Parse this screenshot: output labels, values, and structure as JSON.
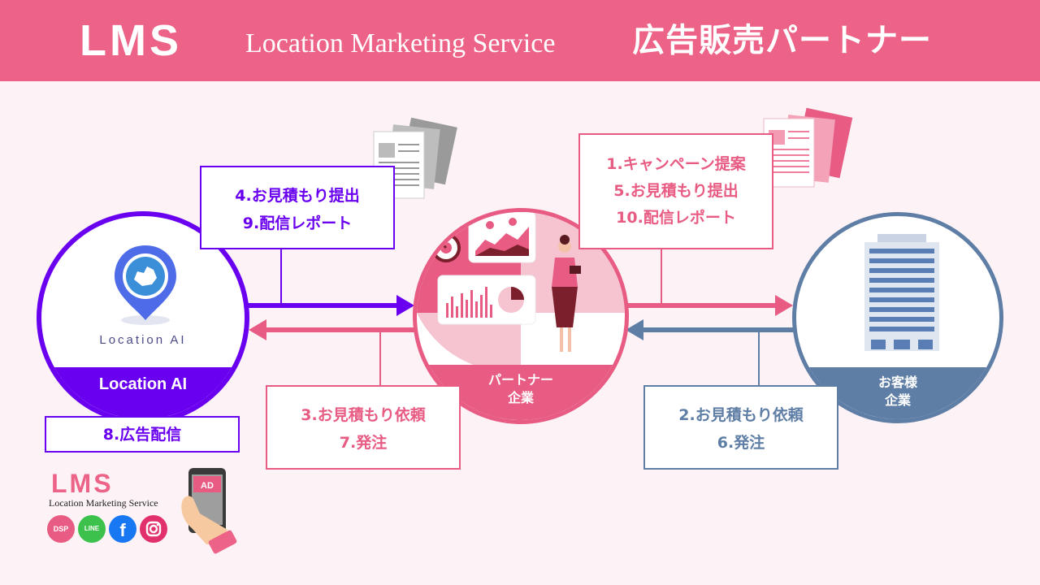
{
  "header": {
    "logo": "LMS",
    "logo_sub": "Location Marketing Service",
    "title": "広告販売パートナー"
  },
  "nodes": {
    "location_ai": {
      "logo_text": "Location AI",
      "label": "Location AI"
    },
    "partner": {
      "label_line1": "パートナー",
      "label_line2": "企業"
    },
    "client": {
      "label_line1": "お客様",
      "label_line2": "企業"
    }
  },
  "boxes": {
    "partner_to_lai": [
      "4.お見積もり提出",
      "9.配信レポート"
    ],
    "lai_action": [
      "8.広告配信"
    ],
    "partner_to_client": [
      "1.キャンペーン提案",
      "5.お見積もり提出",
      "10.配信レポート"
    ],
    "partner_request": [
      "3.お見積もり依頼",
      "7.発注"
    ],
    "client_request": [
      "2.お見積もり依頼",
      "6.発注"
    ]
  },
  "footer": {
    "logo": "LMS",
    "logo_sub": "Location Marketing Service",
    "sns": [
      "DSP",
      "LINE",
      "facebook-icon",
      "instagram-icon"
    ],
    "phone_ad": "AD"
  },
  "colors": {
    "pink": "#e85b82",
    "purple": "#6a00f0",
    "blue": "#5f7ea6"
  }
}
